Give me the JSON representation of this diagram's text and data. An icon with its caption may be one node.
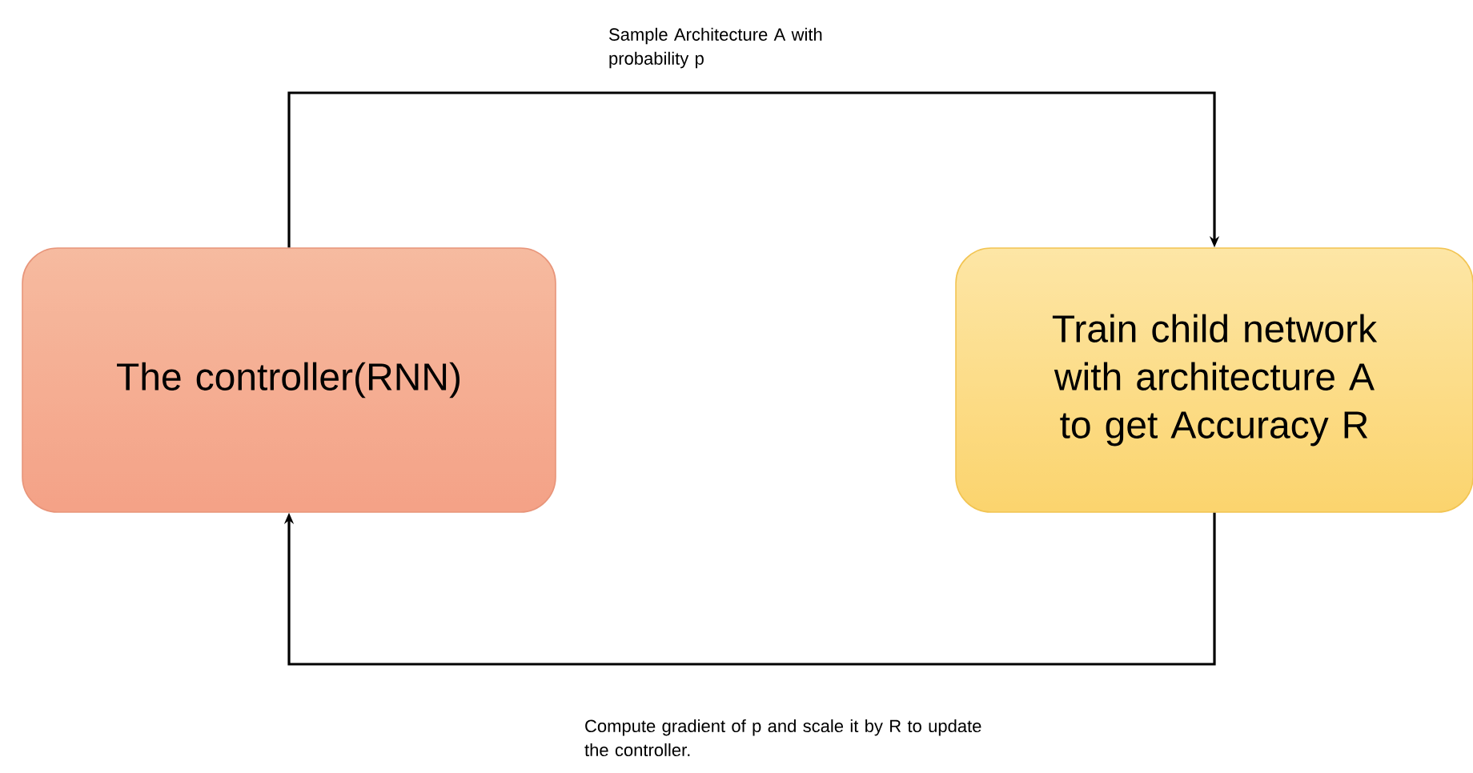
{
  "diagram": {
    "nodes": [
      {
        "text": [
          "The controller(RNN)"
        ]
      },
      {
        "text": [
          "Train child network with architecture A to get Accuracy R"
        ]
      }
    ],
    "edges": [
      {
        "from": 0,
        "to": 1,
        "arrow": "to",
        "label": "Sample Architecture A with probability p"
      },
      {
        "from": 1,
        "to": 0,
        "arrow": "to",
        "label": "Compute gradient of p and scale it by R to update the controller."
      }
    ]
  }
}
